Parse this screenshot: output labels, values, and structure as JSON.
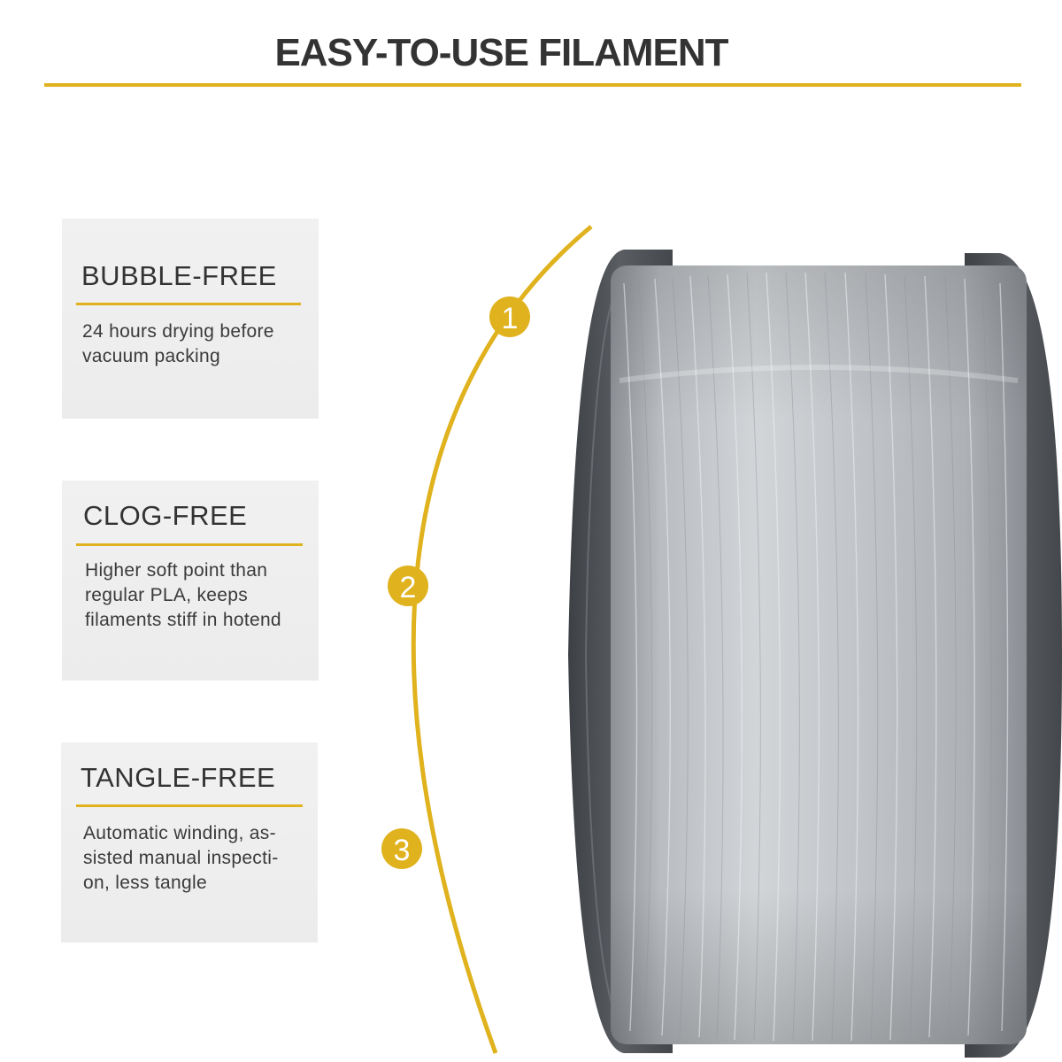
{
  "header": {
    "title": "EASY-TO-USE FILAMENT"
  },
  "colors": {
    "accent": "#e0b21e",
    "card_bg": "#eeeeee",
    "text": "#333333",
    "filament": "#b8bcc0",
    "spool_flange": "#4a4d52"
  },
  "features": [
    {
      "step": "1",
      "title": "BUBBLE-FREE",
      "description": "24 hours drying before\nvacuum packing"
    },
    {
      "step": "2",
      "title": "CLOG-FREE",
      "description": "Higher soft point than\nregular PLA, keeps\nfilaments stiff in hotend"
    },
    {
      "step": "3",
      "title": "TANGLE-FREE",
      "description": "Automatic winding, as-\nsisted manual inspecti-\non, less tangle"
    }
  ],
  "product": {
    "image_icon": "filament-spool-icon"
  }
}
